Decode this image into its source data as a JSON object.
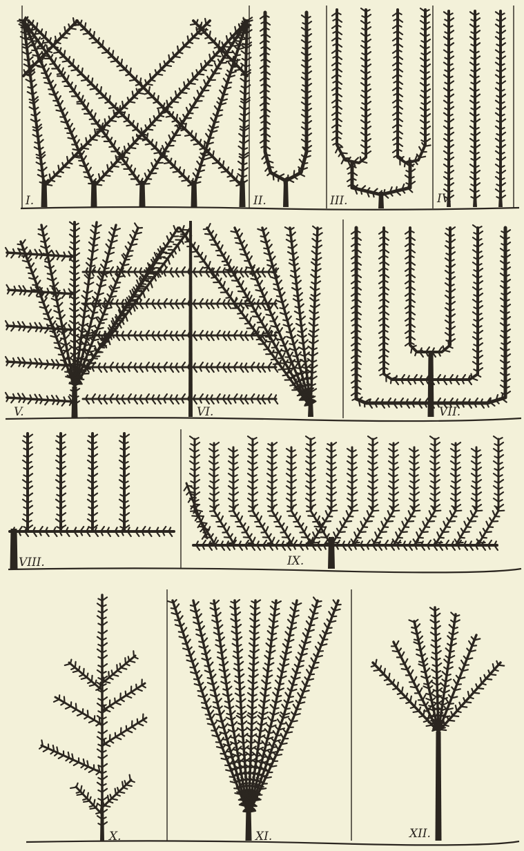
{
  "plate": {
    "figures": [
      {
        "id": "fig-1",
        "label": "I."
      },
      {
        "id": "fig-2",
        "label": "II."
      },
      {
        "id": "fig-3",
        "label": "III."
      },
      {
        "id": "fig-4",
        "label": "IV."
      },
      {
        "id": "fig-5",
        "label": "V."
      },
      {
        "id": "fig-6",
        "label": "VI."
      },
      {
        "id": "fig-7",
        "label": "VII."
      },
      {
        "id": "fig-8",
        "label": "VIII."
      },
      {
        "id": "fig-9",
        "label": "IX."
      },
      {
        "id": "fig-10",
        "label": "X."
      },
      {
        "id": "fig-11",
        "label": "XI."
      },
      {
        "id": "fig-12",
        "label": "XII."
      }
    ]
  },
  "colors": {
    "paper": "#f3f1d9",
    "ink": "#2b2620"
  }
}
